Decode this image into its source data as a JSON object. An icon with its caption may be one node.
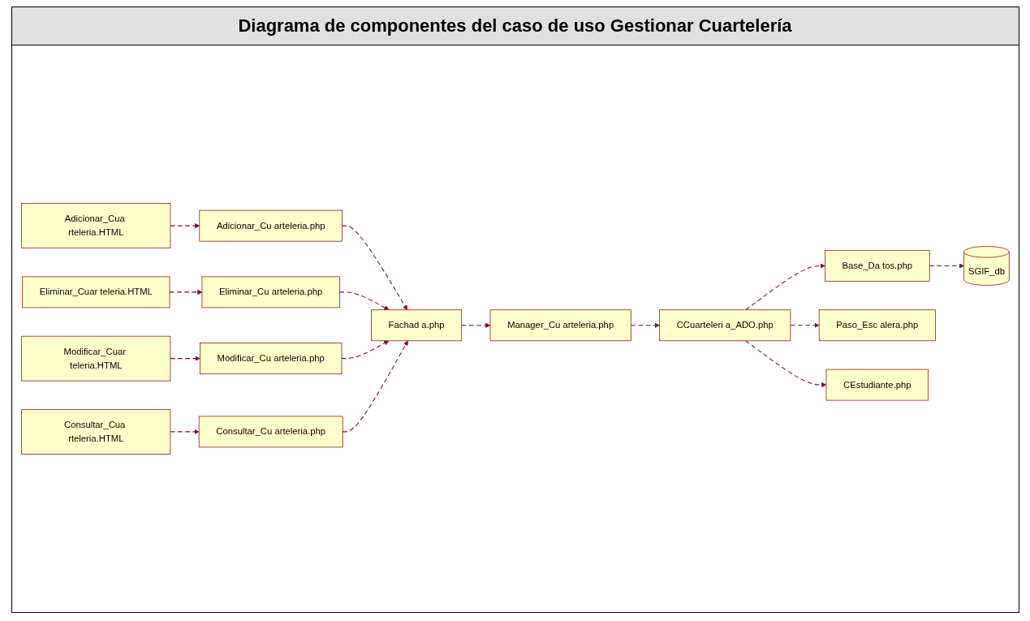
{
  "diagram": {
    "title": "Diagrama de componentes del caso de uso Gestionar Cuartelería",
    "nodes": [
      {
        "text": [
          "Adicionar_Cua rteleria.HTML"
        ]
      },
      {
        "text": [
          "Adicionar_Cu arteleria.php"
        ]
      },
      {
        "text": [
          "Eliminar_Cuar teleria.HTML"
        ]
      },
      {
        "text": [
          "Eliminar_Cu arteleria.php"
        ]
      },
      {
        "text": [
          "Fachad a.php"
        ]
      },
      {
        "text": [
          "Modificar_Cuar teleria.HTML"
        ]
      },
      {
        "text": [
          "Modificar_Cu arteleria.php"
        ]
      },
      {
        "text": [
          "Consultar_Cua rteleria.HTML"
        ]
      },
      {
        "text": [
          "Consultar_Cu arteleria.php"
        ]
      },
      {
        "text": [
          "Base_Da tos.php"
        ]
      },
      {
        "text": [
          "CCuarteleri a_ADO.php"
        ]
      },
      {
        "text": [
          "Manager_Cu arteleria.php"
        ]
      },
      {
        "text": [
          "SGIF_db"
        ]
      },
      {
        "text": [
          "Paso_Esc alera.php"
        ]
      },
      {
        "text": [
          "CEstudiante.php"
        ]
      }
    ],
    "edges": [
      {
        "from": 0,
        "to": 1,
        "arrow": "to",
        "style": "dashed"
      },
      {
        "from": 1,
        "to": 4,
        "arrow": "to",
        "style": "dashed"
      },
      {
        "from": 2,
        "to": 3,
        "arrow": "to",
        "style": "dashed"
      },
      {
        "from": 3,
        "to": 4,
        "arrow": "to",
        "style": "dashed"
      },
      {
        "from": 5,
        "to": 6,
        "arrow": "to",
        "style": "dashed"
      },
      {
        "from": 6,
        "to": 4,
        "arrow": "to",
        "style": "dashed"
      },
      {
        "from": 7,
        "to": 8,
        "arrow": "to",
        "style": "dashed"
      },
      {
        "from": 8,
        "to": 4,
        "arrow": "to",
        "style": "dashed"
      },
      {
        "from": 4,
        "to": 11,
        "arrow": "to",
        "style": "dashed"
      },
      {
        "from": 11,
        "to": 10,
        "arrow": "to",
        "style": "dashed"
      },
      {
        "from": 10,
        "to": 9,
        "arrow": "to",
        "style": "dashed"
      },
      {
        "from": 9,
        "to": 12,
        "arrow": "to",
        "style": "dashed"
      },
      {
        "from": 10,
        "to": 13,
        "arrow": "to",
        "style": "dashed"
      },
      {
        "from": 10,
        "to": 14,
        "arrow": "to",
        "style": "dashed"
      }
    ]
  }
}
